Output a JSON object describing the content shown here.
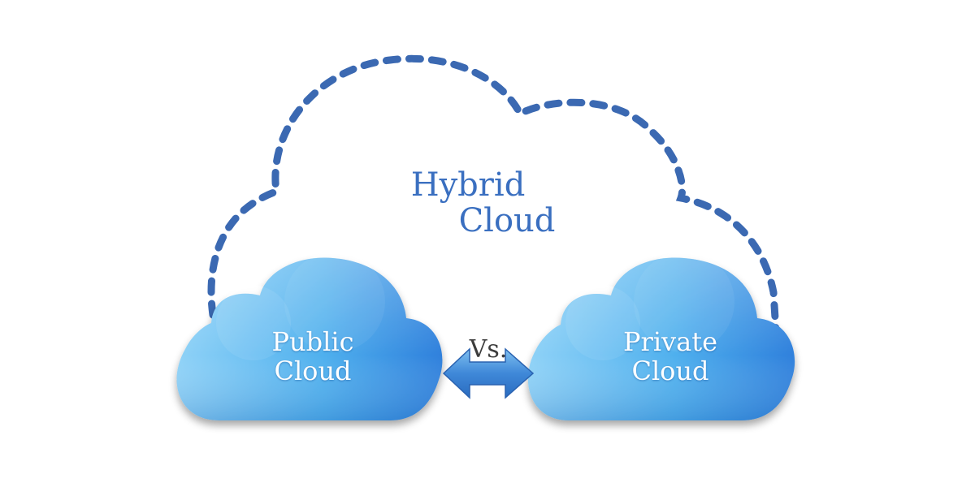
{
  "diagram": {
    "hybrid": {
      "line1": "Hybrid",
      "line2": "Cloud"
    },
    "public": {
      "line1": "Public",
      "line2": "Cloud"
    },
    "private": {
      "line1": "Private",
      "line2": "Cloud"
    },
    "connector": {
      "label": "Vs."
    }
  },
  "colors": {
    "dash_outline": "#3b69b2",
    "hybrid_text": "#3a6fc0",
    "cloud_light": "#8fd2f7",
    "cloud_mid": "#4fb0ee",
    "cloud_dark": "#2f80dc",
    "arrow": "#3f88d8"
  }
}
